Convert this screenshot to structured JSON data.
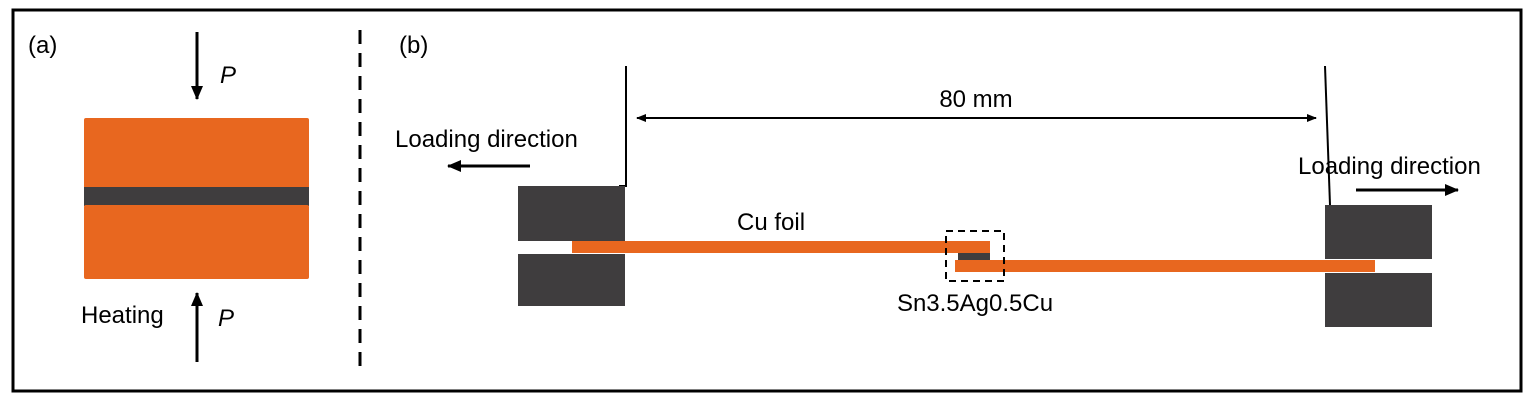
{
  "panel_a": {
    "label": "(a)",
    "pressure_top": "P",
    "pressure_bottom": "P",
    "heating": "Heating"
  },
  "panel_b": {
    "label": "(b)",
    "span": "80 mm",
    "loading_left": "Loading direction",
    "loading_right": "Loading direction",
    "foil": "Cu foil",
    "solder": "Sn3.5Ag0.5Cu"
  },
  "colors": {
    "copper": "#e8671f",
    "solder": "#3f3d3e",
    "grip": "#3f3d3e",
    "ink": "#000000"
  }
}
